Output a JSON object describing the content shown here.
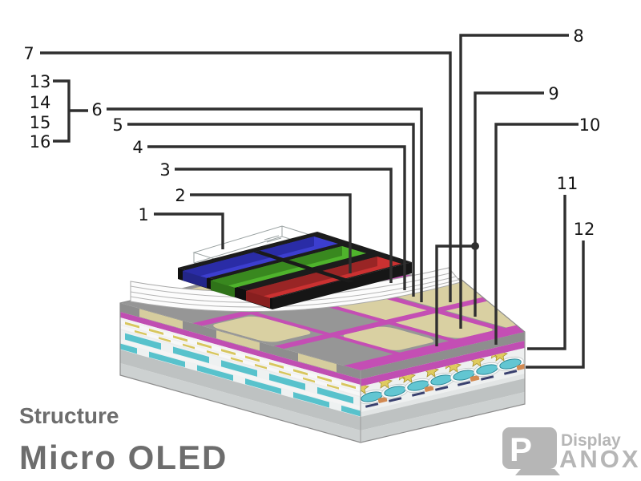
{
  "callouts": [
    "1",
    "2",
    "3",
    "4",
    "5",
    "6",
    "7",
    "8",
    "9",
    "10",
    "11",
    "12",
    "13",
    "14",
    "15",
    "16"
  ],
  "title": {
    "subtitle": "Structure",
    "main": "Micro OLED"
  },
  "logo": {
    "icon_letter": "P",
    "brand_top": "Display",
    "brand_bottom": "ANOX"
  },
  "colors": {
    "red_subpixel": "#cb3131",
    "green_subpixel": "#4fb42c",
    "blue_subpixel": "#3c3ecf",
    "black_matrix": "#1c1c1c",
    "magenta_layer": "#c44eb4",
    "tan_layer": "#d9d0a2",
    "cyan_interconnect": "#62c6d2",
    "yellow_contact": "#dfcb5f",
    "substrate_gray": "#c3c7c7",
    "leader_line": "#2f2f2f",
    "title_gray": "#6d6d6d",
    "logo_gray": "#b6b6b6"
  }
}
